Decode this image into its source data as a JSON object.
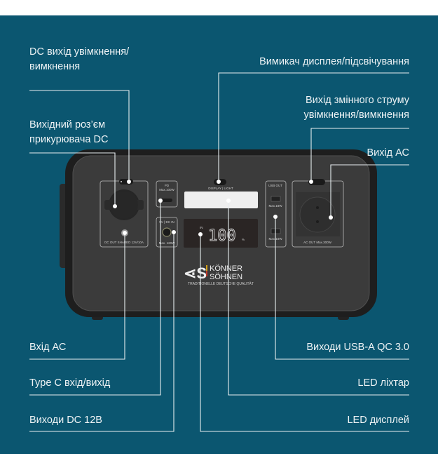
{
  "labels": {
    "left_top": [
      {
        "lines": [
          "DC вихід увімкнення/",
          "вимкнення"
        ]
      },
      {
        "lines": [
          "Вихідний роз’єм",
          "прикурювача DC"
        ]
      }
    ],
    "right_top": [
      {
        "lines": [
          "Вимикач дисплея/підсвічування"
        ]
      },
      {
        "lines": [
          "Вихід змінного струму",
          "увімкнення/вимкнення"
        ]
      },
      {
        "lines": [
          "Вихід АС"
        ]
      }
    ],
    "left_bottom": [
      "Вхід АС",
      "Type C вхід/вихід",
      "Виходи DC 12В"
    ],
    "right_bottom": [
      "Виходи USB-A QC 3.0",
      "LED ліхтар",
      "LED дисплей"
    ]
  },
  "device": {
    "dc_panel_label": "DC OUT SHARED 12V/10A",
    "pd_label": "PD",
    "pd_max": "Max.100W",
    "dc_in_label": "5V | DC IN",
    "dc_in_max": "Max. 120W",
    "switch_label": "DISPLAY | LIGHT",
    "display_value": "100",
    "display_unit": "%",
    "display_in": "IN",
    "usb_label": "USB OUT",
    "usb_max_1": "Max.18W",
    "usb_max_2": "Max.18W",
    "ac_label": "AC OUT Max.300W",
    "brand_1": "KÖNNER",
    "brand_2": "SÖHNEN",
    "brand_tagline": "TRADITIONELLE DEUTSCHE QUALITÄT"
  },
  "colors": {
    "background": "#0b5670",
    "device": "#3a3a3a",
    "line": "#e8eef0"
  }
}
